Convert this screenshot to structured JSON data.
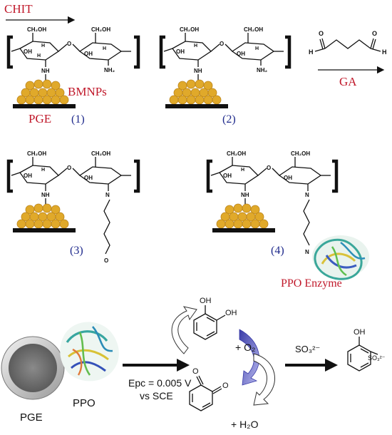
{
  "labels": {
    "chit": "CHIT",
    "bmnps": "BMNPs",
    "pge_top": "PGE",
    "ga": "GA",
    "ppo_enzyme": "PPO Enzyme",
    "step1": "(1)",
    "step2": "(2)",
    "step3": "(3)",
    "step4": "(4)"
  },
  "chem": {
    "ch2oh": "CH₂OH",
    "oh": "OH",
    "h": "H",
    "nh": "NH",
    "nh2": "NH₂",
    "n": "N",
    "o": "O"
  },
  "bottom": {
    "pge": "PGE",
    "ppo": "PPO",
    "epc_line1": "Epc = 0.005 V",
    "epc_line2": "vs SCE",
    "plus_o2": "+ O₂",
    "plus_h2o": "+ H₂O",
    "so3": "SO₃²⁻",
    "product_oh": "OH",
    "product_so3": "SO₃²⁻",
    "catechol_oh1": "OH",
    "catechol_oh2": "OH",
    "quinone_o1": "O",
    "quinone_o2": "O"
  },
  "colors": {
    "red_label": "#c0182a",
    "blue_label": "#1f2a8c",
    "nanoparticle": "#e0a92a",
    "arrow_purple": "#5a5cc6"
  }
}
